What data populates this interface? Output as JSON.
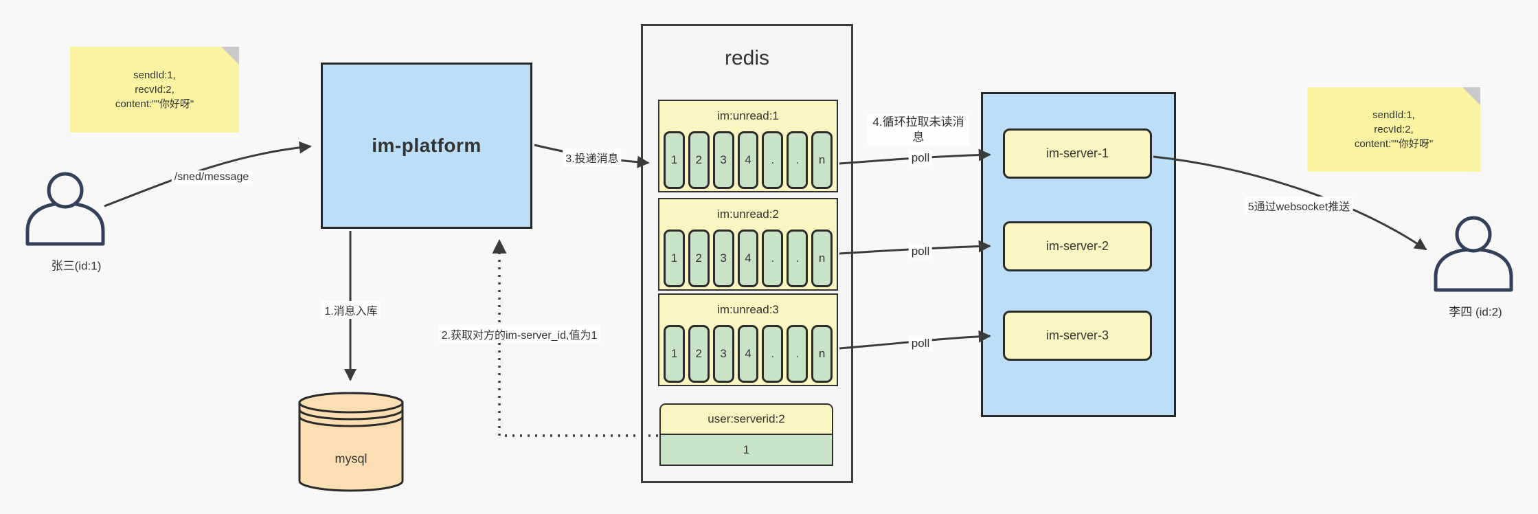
{
  "colors": {
    "background": "#F8F8F8",
    "note_yellow": "#FAF3A1",
    "note_fold_gray": "#C9C9C9",
    "platform_blue": "#BCDFF7",
    "container_gray": "#F5F5F5",
    "key_yellow": "#FBF5C2",
    "value_green": "#C9E3C6",
    "db_orange": "#FBDFB2",
    "border_dark": "#2B2B2B",
    "arrow_dark": "#3B3B3B",
    "person_navy": "#33405A",
    "text": "#333333"
  },
  "notes": {
    "left_lines": [
      "sendId:1,",
      "recvId:2,",
      "content:\"\"你好呀\""
    ],
    "right_lines": [
      "sendId:1,",
      "recvId:2,",
      "content:\"\"你好呀\""
    ]
  },
  "actors": {
    "sender": "张三(id:1)",
    "receiver": "李四 (id:2)"
  },
  "platform": {
    "label": "im-platform"
  },
  "database": {
    "label": "mysql"
  },
  "redis": {
    "title": "redis",
    "queues": [
      {
        "key": "im:unread:1",
        "cells": [
          "1",
          "2",
          "3",
          "4",
          ".",
          ".",
          "n"
        ]
      },
      {
        "key": "im:unread:2",
        "cells": [
          "1",
          "2",
          "3",
          "4",
          ".",
          ".",
          "n"
        ]
      },
      {
        "key": "im:unread:3",
        "cells": [
          "1",
          "2",
          "3",
          "4",
          ".",
          ".",
          "n"
        ]
      }
    ],
    "mapping": {
      "key": "user:serverid:2",
      "value": "1"
    }
  },
  "cluster": {
    "servers": [
      "im-server-1",
      "im-server-2",
      "im-server-3"
    ]
  },
  "flows": {
    "send_api": "/sned/message",
    "step1": "1.消息入库",
    "step2": "2.获取对方的im-server_id,值为1",
    "step3": "3.投递消息",
    "step4": "4.循环拉取未读消息",
    "poll": "poll",
    "step5": "5通过websocket推送"
  }
}
